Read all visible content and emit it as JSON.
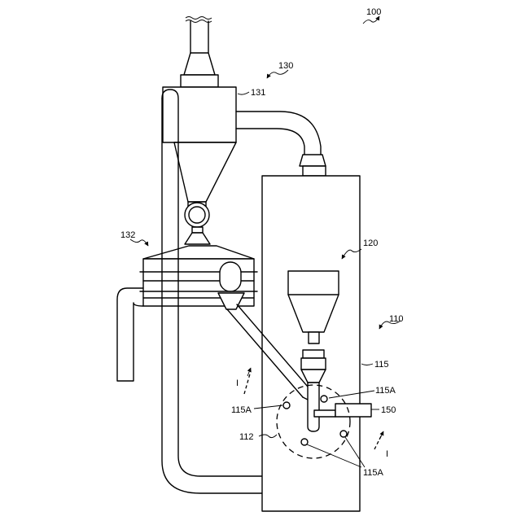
{
  "labels": {
    "apparatus": "100",
    "top_unit": "130",
    "cyclone_top": "131",
    "sieve": "132",
    "hopper": "120",
    "chamber": "110",
    "chamber_wall": "115",
    "port_upper_right": "115A",
    "port_left": "115A",
    "port_lower_right": "115A",
    "circle_region": "112",
    "rod": "150",
    "section_mark_left": "I",
    "section_mark_right": "I"
  }
}
